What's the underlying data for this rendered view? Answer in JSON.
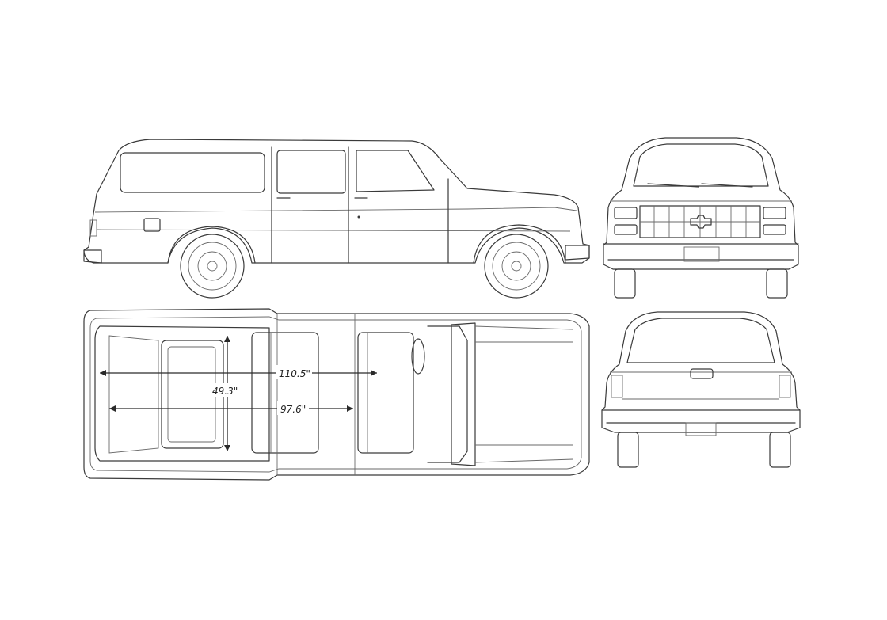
{
  "dimensions": {
    "width_total": "110.5\"",
    "width_inner": "97.6\"",
    "depth": "49.3\""
  }
}
